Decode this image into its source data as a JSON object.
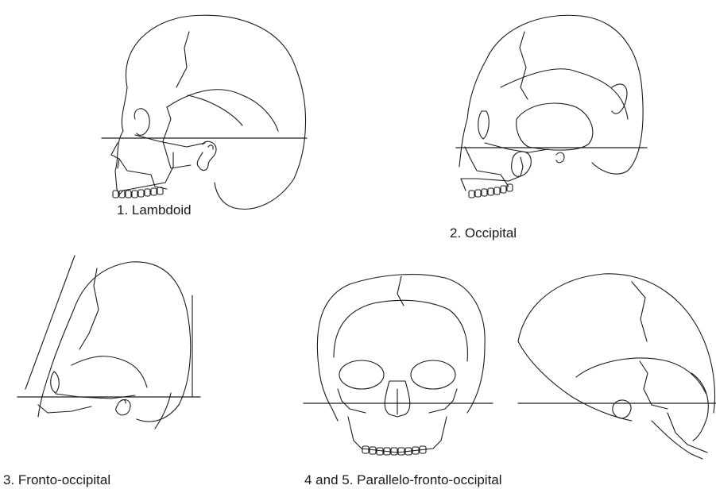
{
  "captions": {
    "lambdoid": "1. Lambdoid",
    "occipital": "2. Occipital",
    "fronto_occipital": "3. Fronto-occipital",
    "parallelo": "4 and 5. Parallelo-fronto-occipital"
  }
}
